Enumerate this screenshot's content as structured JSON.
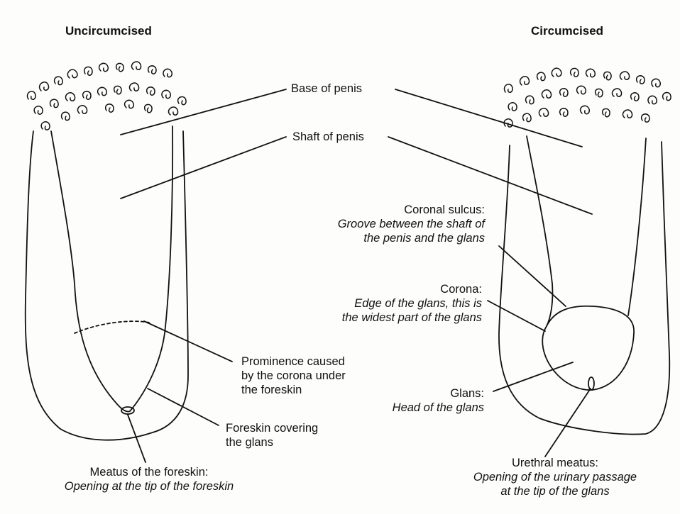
{
  "left": {
    "title": "Uncircumcised",
    "prominence": [
      "Prominence caused",
      "by the corona under",
      "the foreskin"
    ],
    "foreskin_covering": [
      "Foreskin covering",
      "the glans"
    ],
    "meatus_foreskin": {
      "title": "Meatus of the foreskin:",
      "desc": "Opening at the tip of the foreskin"
    }
  },
  "right": {
    "title": "Circumcised",
    "coronal_sulcus": {
      "title": "Coronal sulcus:",
      "desc": [
        "Groove between the shaft of",
        "the penis and the glans"
      ]
    },
    "corona": {
      "title": "Corona:",
      "desc": [
        "Edge of the glans, this is",
        "the widest part of the glans"
      ]
    },
    "glans": {
      "title": "Glans:",
      "desc": "Head of the glans"
    },
    "urethral_meatus": {
      "title": "Urethral meatus:",
      "desc": [
        "Opening of the urinary passage",
        "at the tip of the glans"
      ]
    }
  },
  "center": {
    "base": "Base of penis",
    "shaft": "Shaft of penis"
  }
}
